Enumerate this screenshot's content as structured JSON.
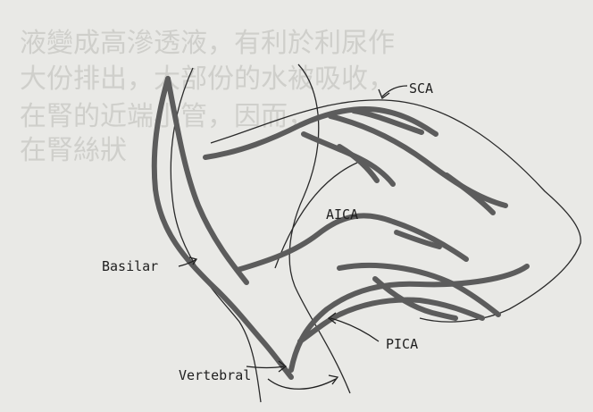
{
  "labels": {
    "sca": "SCA",
    "aica": "AICA",
    "basilar": "Basilar",
    "pica": "PICA",
    "vertebral": "Vertebral"
  },
  "colors": {
    "background": "#e9e9e6",
    "vessel": "#5c5c5c",
    "outline": "#2a2a2a",
    "bleed_text": "#cfcfcb"
  },
  "background_text_lines": [
    "液變成高滲透液，有利於利尿作",
    "大份排出，大部份的水被吸收，",
    "在腎的近端小管，因而，",
    "在腎絲狀"
  ]
}
